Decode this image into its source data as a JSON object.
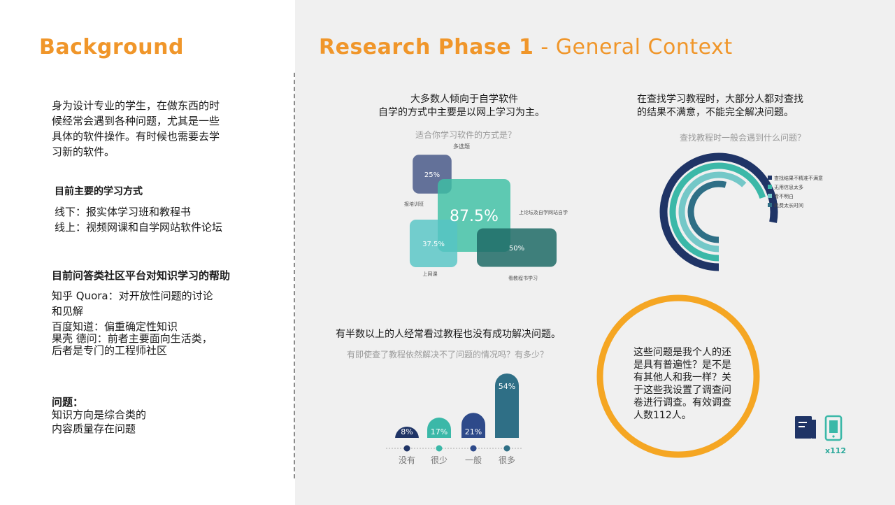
{
  "background": {
    "title": "Background",
    "intro": [
      "身为设计专业的学生，在做东西的时",
      "候经常会遇到各种问题，尤其是一些",
      "具体的软件操作。有时候也需要去学",
      "习新的软件。"
    ],
    "methods_heading": "目前主要的学习方式",
    "methods": [
      "线下：报实体学习班和教程书",
      "线上：视频网课和自学网站软件论坛"
    ],
    "qa_heading": "目前问答类社区平台对知识学习的帮助",
    "qa_lines": [
      "知乎 Quora：对开放性问题的讨论",
      "和见解",
      "百度知道：偏重确定性知识",
      "果壳 德问：前者主要面向生活类，",
      "后者是专门的工程师社区"
    ],
    "problem_heading": "问题：",
    "problem_lines": [
      "知识方向是综合类的",
      "内容质量存在问题"
    ]
  },
  "research": {
    "title_bold": "Research Phase 1",
    "title_rest": " - General Context",
    "q1": {
      "finding": [
        "大多数人倾向于自学软件",
        "自学的方式中主要是以网上学习为主。"
      ],
      "question": "适合你学习软件的方式是？",
      "note": "多选题"
    },
    "q2": {
      "finding": [
        "在查找学习教程时，大部分人都对查找",
        "的结果不满意，不能完全解决问题。"
      ],
      "question": "查找教程时一般会遇到什么问题？"
    },
    "q3": {
      "finding": "有半数以上的人经常看过教程也没有成功解决问题。",
      "question": "有即使查了教程依然解决不了问题的情况吗？有多少？"
    },
    "survey": {
      "text": [
        "这些问题是我个人的还",
        "是具有普遍性？是不是",
        "有其他人和我一样？关",
        "于这些我设置了调查问",
        "卷进行调查。有效调查",
        "人数112人。"
      ],
      "count": "x112",
      "icons": [
        "questionnaire-icon",
        "phone-icon"
      ]
    }
  },
  "chart_data": [
    {
      "type": "bubble",
      "title": "适合你学习软件的方式是？",
      "categories": [
        "报培训班",
        "上论坛及自学网站自学",
        "上网课",
        "看教程书学习"
      ],
      "values": [
        25,
        87.5,
        37.5,
        50
      ],
      "labels": [
        "25%",
        "87.5%",
        "37.5%",
        "50%"
      ],
      "colors": [
        "#4a5a8a",
        "#3dbfa3",
        "#55c4c4",
        "#1f6b66"
      ]
    },
    {
      "type": "radial-bar",
      "title": "查找教程时一般会遇到什么问题？",
      "categories": [
        "查找结果不精准不满意",
        "无用信息太多",
        "看不明白",
        "耗费太长时间"
      ],
      "values": [
        0.78,
        0.7,
        0.62,
        0.54
      ],
      "colors": [
        "#1f3466",
        "#3bb8a8",
        "#74c8c8",
        "#2f6f86"
      ]
    },
    {
      "type": "bar",
      "title": "有即使查了教程依然解决不了问题的情况吗？有多少？",
      "categories": [
        "没有",
        "很少",
        "一般",
        "很多"
      ],
      "values": [
        8,
        17,
        21,
        54
      ],
      "labels": [
        "8%",
        "17%",
        "21%",
        "54%"
      ],
      "colors": [
        "#1f3466",
        "#3bb8a8",
        "#2e4a8a",
        "#2f6f86"
      ]
    }
  ],
  "colors": {
    "accent": "#f0962a",
    "navy": "#1f3466",
    "teal": "#3bb8a8"
  }
}
